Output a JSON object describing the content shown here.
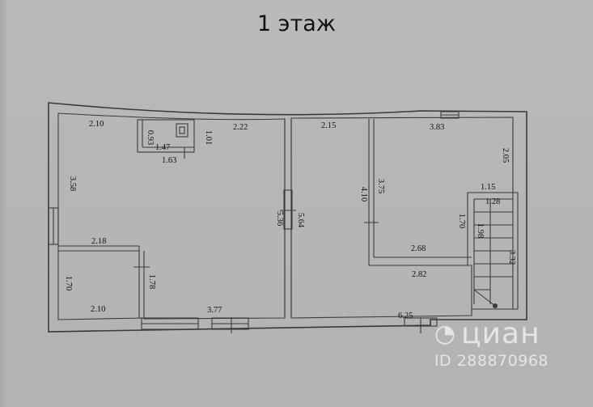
{
  "title": "1 этаж",
  "dimensions": {
    "d_2_10_top": "2.10",
    "d_0_93": "0.93",
    "d_1_47": "1.47",
    "d_1_63": "1.63",
    "d_1_01": "1.01",
    "d_2_22": "2.22",
    "d_2_15": "2.15",
    "d_3_83": "3.83",
    "d_2_05": "2.05",
    "d_3_58": "3.58",
    "d_5_36": "5.36",
    "d_5_64": "5.64",
    "d_4_10": "4.10",
    "d_3_75": "3.75",
    "d_1_15": "1.15",
    "d_1_28": "1.28",
    "d_1_70_right": "1.70",
    "d_1_98": "1.98",
    "d_2_68": "2.68",
    "d_3_32": "3.32",
    "d_2_18": "2.18",
    "d_1_78": "1.78",
    "d_1_70_left": "1.70",
    "d_2_82": "2.82",
    "d_2_10_bottom": "2.10",
    "d_3_77": "3.77",
    "d_6_25": "6.25"
  },
  "watermark": {
    "brand": "циан",
    "id": "ID 288870968"
  },
  "colors": {
    "background": "#b9b7b6",
    "line": "#3a3a3a",
    "text": "#111111"
  }
}
